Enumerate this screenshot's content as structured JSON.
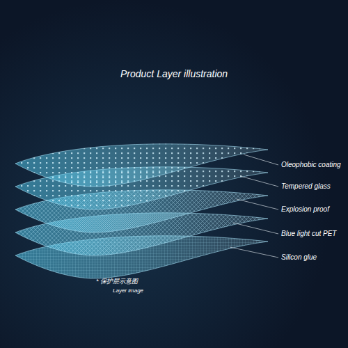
{
  "diagram": {
    "title": "Product Layer illustration",
    "labels": [
      "Oleophobic coating",
      "Tempered glass",
      "Explosion proof",
      "Blue light cut PET",
      "Silicon glue",
      "* 保护层示意图",
      "Layer image"
    ]
  }
}
